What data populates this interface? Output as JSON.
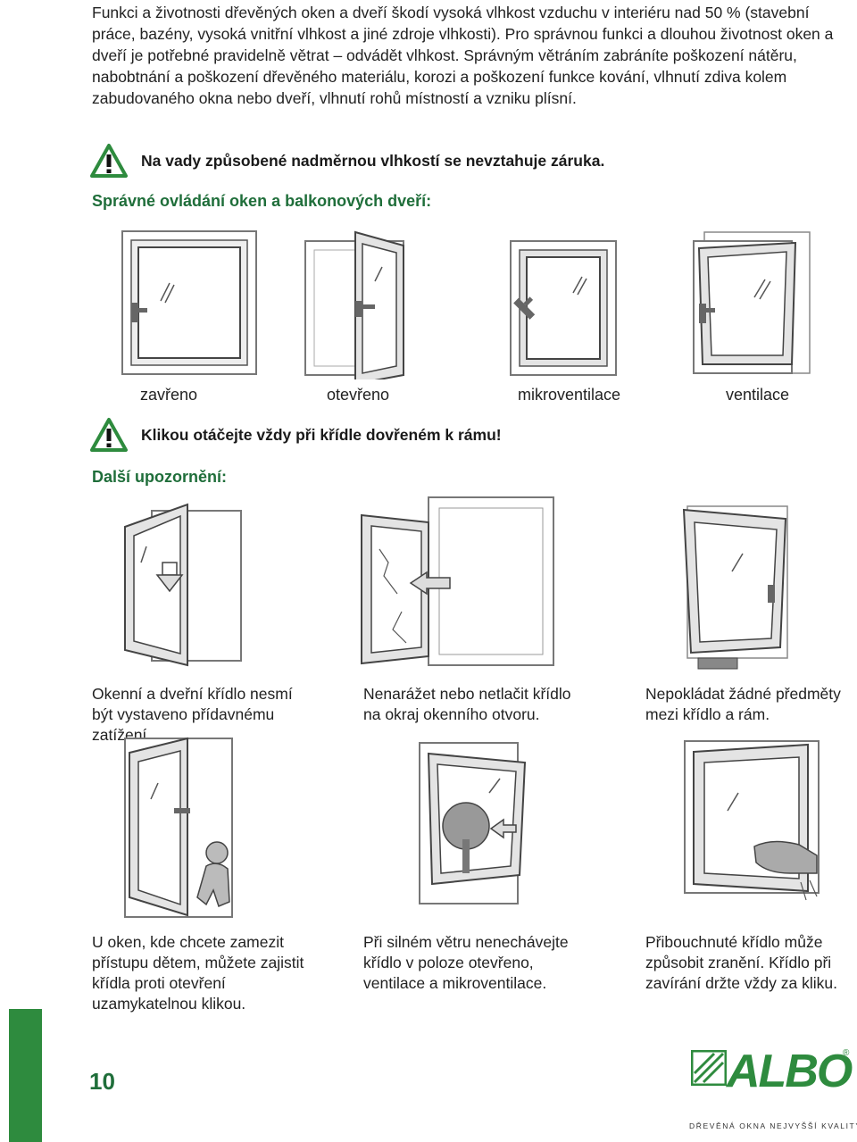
{
  "intro": {
    "para1": "Funkci a životnosti dřevěných oken a dveří škodí vysoká vlhkost vzduchu v interiéru nad 50 % (stavební práce, bazény, vysoká vnitřní vlhkost a jiné zdroje vlhkosti). Pro správnou funkci a dlouhou životnost oken a dveří je potřebné pravidelně větrat – odvádět vlhkost. Správným větráním zabráníte poškození nátěru, nabobtnání a poškození dřevěného materiálu, korozi a poškození funkce kování, vlhnutí zdiva kolem zabudovaného okna nebo dveří, vlhnutí rohů místností a vzniku plísní."
  },
  "warnings": {
    "warranty": "Na vady způsobené nadměrnou vlhkostí se nevztahuje záruka.",
    "handle": "Klikou otáčejte vždy při křídle dovřeném k rámu!"
  },
  "sections": {
    "operation_title": "Správné ovládání oken a balkonových dveří:",
    "notes_title": "Další upozornění:"
  },
  "operation_states": [
    {
      "label": "zavřeno",
      "icon": "closed-window-icon"
    },
    {
      "label": "otevřeno",
      "icon": "open-window-icon"
    },
    {
      "label": "mikroventilace",
      "icon": "microventilation-window-icon"
    },
    {
      "label": "ventilace",
      "icon": "tilt-ventilation-window-icon"
    }
  ],
  "notes": [
    {
      "caption": "Okenní a dveřní křídlo nesmí být vystaveno přídavnému zatížení.",
      "icon": "load-window-icon"
    },
    {
      "caption": "Nenarážet nebo netlačit křídlo na okraj okenního otvoru.",
      "icon": "push-window-icon"
    },
    {
      "caption": "Nepokládat žádné předměty mezi křídlo a rám.",
      "icon": "object-window-icon"
    },
    {
      "caption": "U oken, kde chcete zamezit přístupu dětem, můžete zajistit křídla proti otevření uzamykatelnou klikou.",
      "icon": "child-window-icon"
    },
    {
      "caption": "Při silném větru nenechávejte křídlo v poloze otevřeno, ventilace a mikroventilace.",
      "icon": "wind-window-icon"
    },
    {
      "caption": "Přibouchnuté křídlo může způsobit zranění. Křídlo při zavírání držte vždy za kliku.",
      "icon": "hand-window-icon"
    }
  ],
  "footer": {
    "page_number": "10",
    "brand": "ALBO",
    "registered": "®",
    "tagline": "DŘEVĚNÁ OKNA NEJVYŠŠÍ KVALITY"
  },
  "colors": {
    "accent_green": "#2e8b3e",
    "heading_green": "#1f6e3a",
    "frame_gray": "#777777"
  }
}
